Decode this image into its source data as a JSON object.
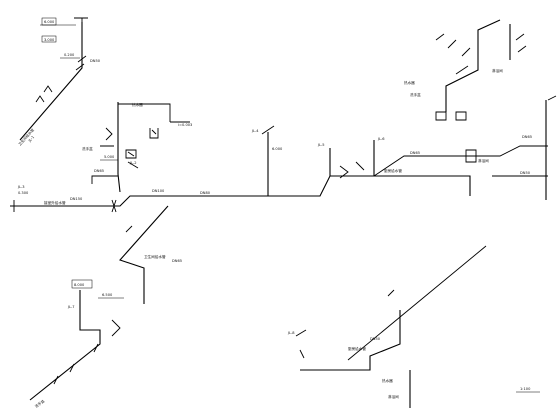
{
  "drawing": {
    "background": "#ffffff",
    "line_color": "#000000",
    "labels": {
      "el_6000": "6.000",
      "el_3000": "3.000",
      "el_8000": "8.000",
      "el_6500": "6.500",
      "el_0200": "0.200",
      "el_5000": "5.000",
      "el_0300": "0.300",
      "dn50": "DN50",
      "dn65": "DN65",
      "dn80": "DN80",
      "dn100": "DN100",
      "dn150": "DN150",
      "jl1": "JL-1",
      "jl2": "JL-2",
      "jl3": "JL-3",
      "jl4": "JL-4",
      "jl5": "JL-5",
      "jl6": "JL-6",
      "jl7": "JL-7",
      "jl8": "JL-8",
      "i003": "i=0.003",
      "wall_note": "接室外给水管",
      "room_a": "热水器",
      "room_b": "洗手盆",
      "room_c": "淋浴间",
      "room_d": "卫生间给水管",
      "room_e": "厨房给水管",
      "scale": "1:100"
    }
  }
}
